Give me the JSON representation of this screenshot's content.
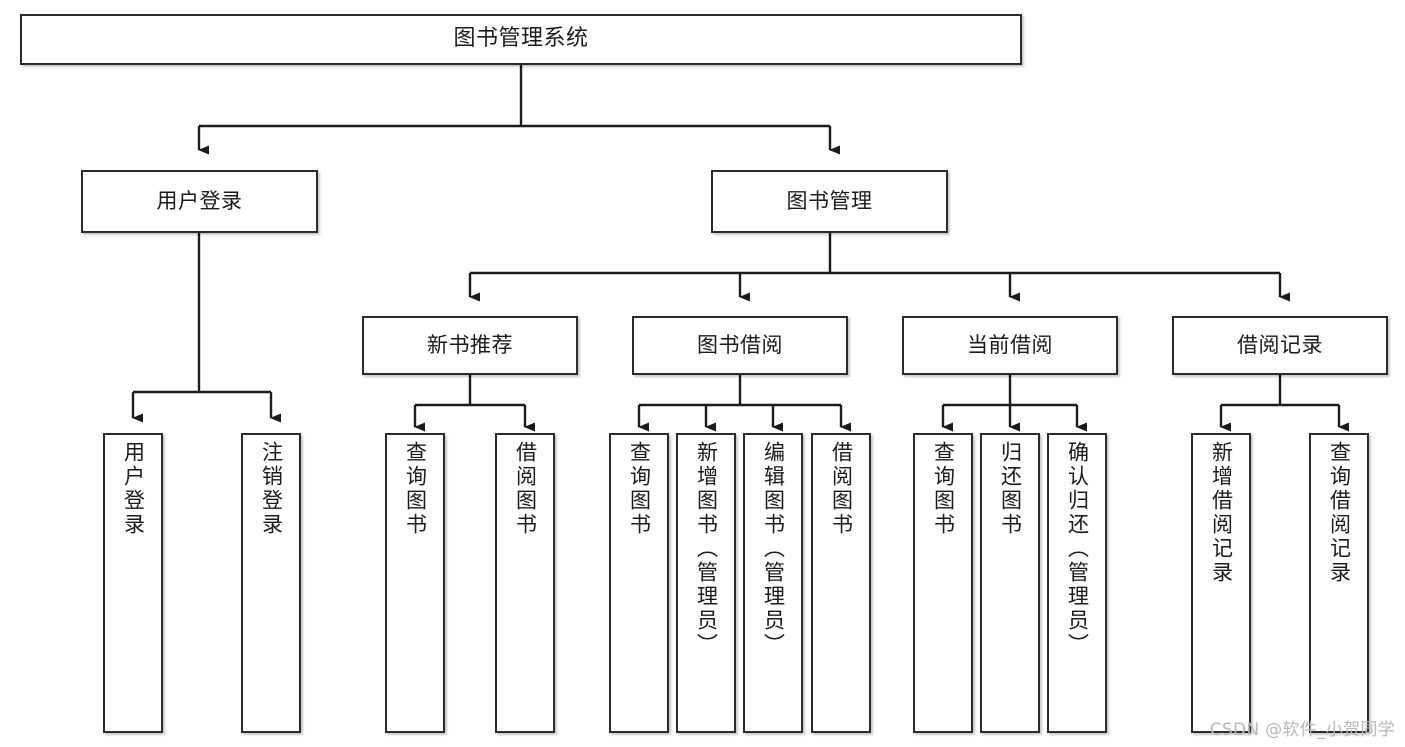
{
  "diagram": {
    "title": "图书管理系统",
    "type": "tree-hierarchy-chart",
    "orientation": "top-down",
    "colors": {
      "box_border": "#2b2b2b",
      "box_fill": "#ffffff",
      "connector": "#1b1b1b",
      "watermark": "#b8b8b8",
      "background": "#ffffff"
    },
    "levels": {
      "level1": [
        "图书管理系统"
      ],
      "level2": [
        "用户登录",
        "图书管理"
      ],
      "level3": [
        "新书推荐",
        "图书借阅",
        "当前借阅",
        "借阅记录"
      ],
      "level4": [
        "用户登录",
        "注销登录",
        "查询图书",
        "借阅图书",
        "查询图书",
        "新增图书（管理员）",
        "编辑图书（管理员）",
        "借阅图书",
        "查询图书",
        "归还图书",
        "确认归还（管理员）",
        "新增借阅记录",
        "查询借阅记录"
      ]
    },
    "nodes": {
      "root": {
        "label": "图书管理系统"
      },
      "user_login": {
        "label": "用户登录"
      },
      "book_manage": {
        "label": "图书管理"
      },
      "new_book_rec": {
        "label": "新书推荐"
      },
      "book_borrow": {
        "label": "图书借阅"
      },
      "current_borrow": {
        "label": "当前借阅"
      },
      "borrow_record": {
        "label": "借阅记录"
      },
      "leaf_user_login": {
        "label": "用户登录"
      },
      "leaf_logout": {
        "label": "注销登录"
      },
      "leaf_query_book_1": {
        "label": "查询图书"
      },
      "leaf_borrow_book_1": {
        "label": "借阅图书"
      },
      "leaf_query_book_2": {
        "label": "查询图书"
      },
      "leaf_add_book": {
        "label": "新增图书（管理员）"
      },
      "leaf_edit_book": {
        "label": "编辑图书（管理员）"
      },
      "leaf_borrow_book_2": {
        "label": "借阅图书"
      },
      "leaf_query_book_3": {
        "label": "查询图书"
      },
      "leaf_return_book": {
        "label": "归还图书"
      },
      "leaf_confirm_return": {
        "label": "确认归还（管理员）"
      },
      "leaf_add_record": {
        "label": "新增借阅记录"
      },
      "leaf_query_record": {
        "label": "查询借阅记录"
      }
    },
    "watermark": "CSDN @软件_小贺同学"
  }
}
